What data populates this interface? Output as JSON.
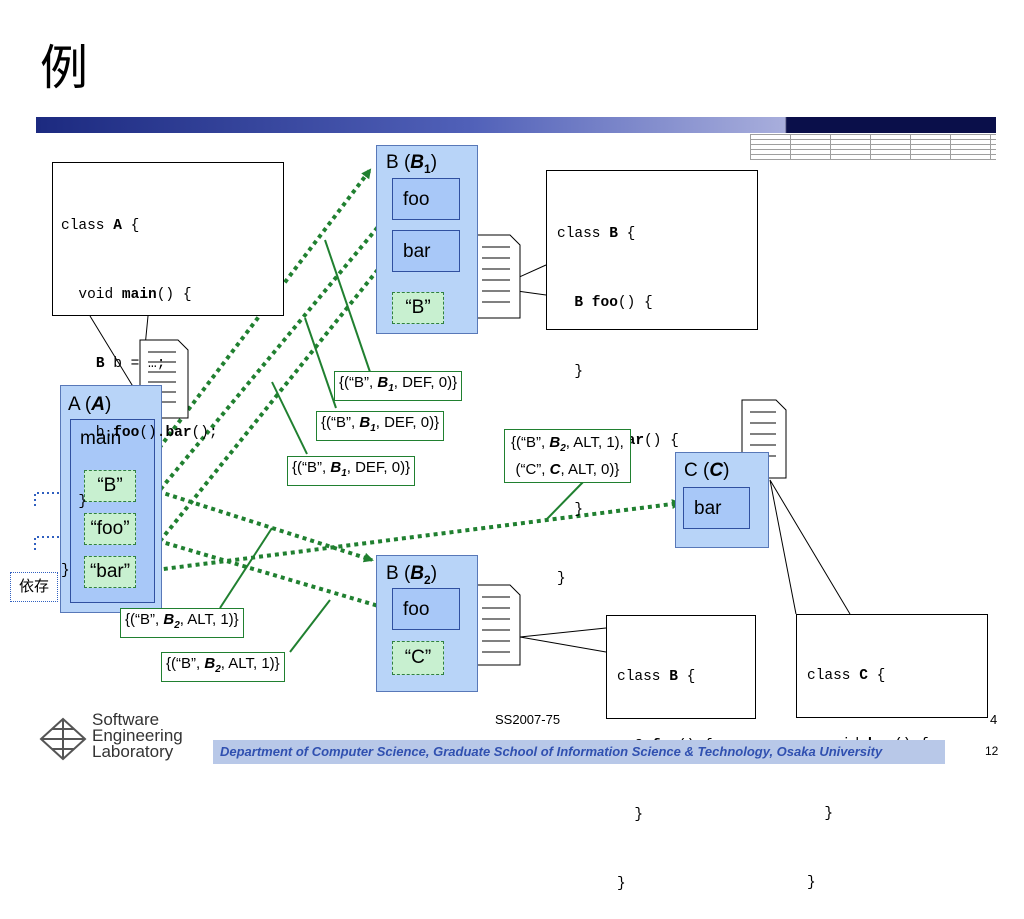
{
  "title": "例",
  "boxes": {
    "A": {
      "label_pre": "A (",
      "label_em": "A",
      "label_post": ")",
      "inner": "main",
      "items": [
        "“B”",
        "“foo”",
        "“bar”"
      ]
    },
    "B1": {
      "label_pre": "B (",
      "label_em": "B",
      "label_sub": "1",
      "label_post": ")",
      "methods": [
        "foo",
        "bar"
      ],
      "literal": "“B”"
    },
    "B2": {
      "label_pre": "B (",
      "label_em": "B",
      "label_sub": "2",
      "label_post": ")",
      "methods": [
        "foo"
      ],
      "literal": "“C”"
    },
    "C": {
      "label_pre": "C (",
      "label_em": "C",
      "label_post": ")",
      "methods": [
        "bar"
      ]
    }
  },
  "code": {
    "A": [
      "class A {",
      "  void main() {",
      "    B b = …;",
      "    b.foo().bar();",
      "  }",
      "}"
    ],
    "B1": [
      "class B {",
      "  B foo() {",
      "  }",
      "  void bar() {",
      "  }",
      "}"
    ],
    "B2": [
      "class B {",
      "  C foo() {",
      "  }",
      "}"
    ],
    "C": [
      "class C {",
      "  void bar() {",
      "  }",
      "}"
    ]
  },
  "annotations": {
    "b1_def_1": {
      "pre": "{(“B”, ",
      "em": "B",
      "sub": "1",
      "post": ", DEF, 0)}"
    },
    "b1_def_2": {
      "pre": "{(“B”, ",
      "em": "B",
      "sub": "1",
      "post": ", DEF, 0)}"
    },
    "b1_def_3": {
      "pre": "{(“B”, ",
      "em": "B",
      "sub": "1",
      "post": ", DEF, 0)}"
    },
    "b2_alt_c_line1": {
      "pre": "{(“B”, ",
      "em": "B",
      "sub": "2",
      "post": ", ALT, 1),"
    },
    "b2_alt_c_line2": {
      "pre": "(“C”, ",
      "em": "C",
      "post": ", ALT, 0)}"
    },
    "b2_alt_1": {
      "pre": "{(“B”, ",
      "em": "B",
      "sub": "2",
      "post": ", ALT, 1)}"
    },
    "b2_alt_2": {
      "pre": "{(“B”, ",
      "em": "B",
      "sub": "2",
      "post": ", ALT, 1)}"
    }
  },
  "dependency_label": "依存",
  "footer": {
    "logo_lines": [
      "Software",
      "Engineering",
      "Laboratory"
    ],
    "department": "Department of Computer Science, Graduate School of Information Science & Technology, Osaka University",
    "slide_id": "SS2007-75",
    "slide_sub": "4",
    "page": "12"
  },
  "colors": {
    "box_fill": "#b8d4f8",
    "method_fill": "#a8c8f8",
    "literal_fill": "#c8f0d0",
    "arrow_green": "#208030",
    "dotted_blue": "#3060c0",
    "footer_text": "#3050b0"
  }
}
